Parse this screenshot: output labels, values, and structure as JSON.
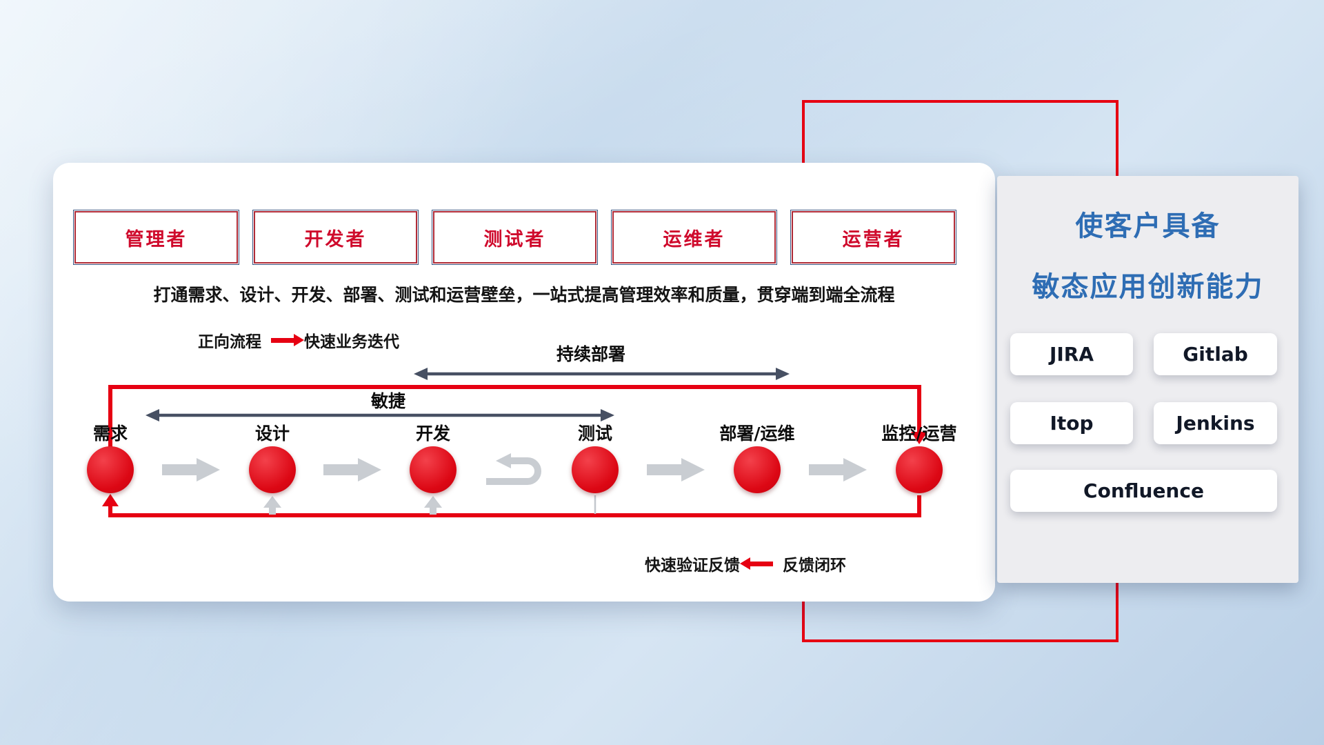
{
  "colors": {
    "accent_red": "#e60012",
    "title_blue": "#2e6db4",
    "span_arrow_dark": "#475063",
    "flow_arrow_gray": "#c9cdd2",
    "role_text_red": "#cf0a2c"
  },
  "icons": {
    "forward-arrow-icon": "→",
    "feedback-arrow-icon": "←",
    "flow-arrow-icon": "➜",
    "feedback-up-arrow-icon": "↑",
    "iteration-arrow-icon": "⟲",
    "span-arrow-icon": "↔"
  },
  "card": {
    "roles": [
      "管理者",
      "开发者",
      "测试者",
      "运维者",
      "运营者"
    ],
    "description": "打通需求、设计、开发、部署、测试和运营壁垒，一站式提高管理效率和质量，贯穿端到端全流程",
    "legend_forward": {
      "label": "正向流程",
      "value": "快速业务迭代"
    },
    "legend_feedback": {
      "value": "快速验证反馈",
      "label": "反馈闭环"
    },
    "diagram": {
      "stages": [
        "需求",
        "设计",
        "开发",
        "测试",
        "部署/运维",
        "监控/运营"
      ],
      "span_agile": "敏捷",
      "span_deploy": "持续部署"
    }
  },
  "panel": {
    "title_line1": "使客户具备",
    "title_line2": "敏态应用创新能力",
    "tools": [
      "JIRA",
      "Gitlab",
      "Itop",
      "Jenkins",
      "Confluence"
    ]
  }
}
